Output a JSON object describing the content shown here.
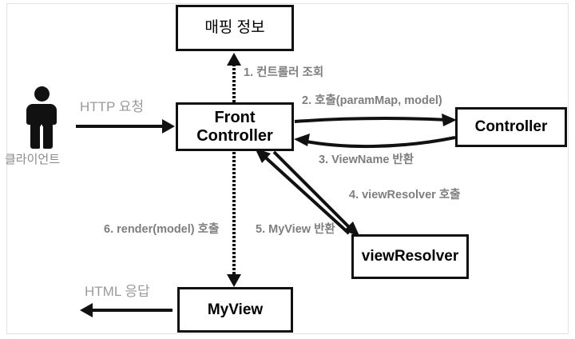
{
  "diagram": {
    "title": "Front Controller pattern flow",
    "nodes": {
      "mapping": "매핑 정보",
      "front_controller": "Front\nController",
      "front_controller_line1": "Front",
      "front_controller_line2": "Controller",
      "controller": "Controller",
      "view_resolver": "viewResolver",
      "my_view": "MyView",
      "client": "클라이언트"
    },
    "edges": [
      {
        "id": "http-request",
        "label": "HTTP 요청",
        "from": "client",
        "to": "front_controller"
      },
      {
        "id": "step1",
        "label": "1. 컨트롤러 조회",
        "from": "front_controller",
        "to": "mapping"
      },
      {
        "id": "step2",
        "label": "2. 호출(paramMap, model)",
        "from": "front_controller",
        "to": "controller"
      },
      {
        "id": "step3",
        "label": "3. ViewName 반환",
        "from": "controller",
        "to": "front_controller"
      },
      {
        "id": "step4",
        "label": "4. viewResolver 호출",
        "from": "front_controller",
        "to": "view_resolver"
      },
      {
        "id": "step5",
        "label": "5. MyView 반환",
        "from": "view_resolver",
        "to": "front_controller"
      },
      {
        "id": "step6",
        "label": "6. render(model) 호출",
        "from": "front_controller",
        "to": "my_view"
      },
      {
        "id": "http-response",
        "label": "HTML 응답",
        "from": "my_view",
        "to": "client"
      }
    ],
    "colors": {
      "stroke": "#111111",
      "label": "#7e7e7e",
      "label_plain": "#9a9a9a",
      "background": "#ffffff",
      "frame": "#e3e3e3"
    }
  }
}
